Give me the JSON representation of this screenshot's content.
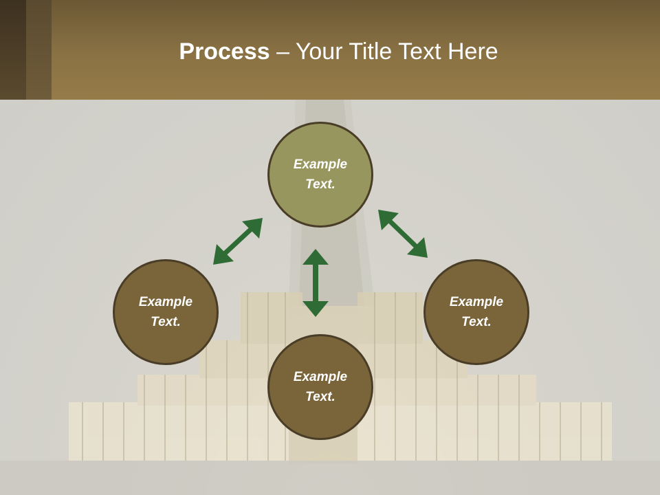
{
  "title": {
    "bold": "Process",
    "rest": " – Your Title Text Here"
  },
  "nodes": {
    "top": {
      "label": "Example\nText."
    },
    "left": {
      "label": "Example\nText."
    },
    "right": {
      "label": "Example\nText."
    },
    "bottom": {
      "label": "Example\nText."
    }
  },
  "colors": {
    "title_bar": "#8a7244",
    "node_top_fill": "#97965f",
    "node_fill": "#7a643a",
    "node_border": "#4a3d27",
    "arrow": "#2e6b35"
  }
}
